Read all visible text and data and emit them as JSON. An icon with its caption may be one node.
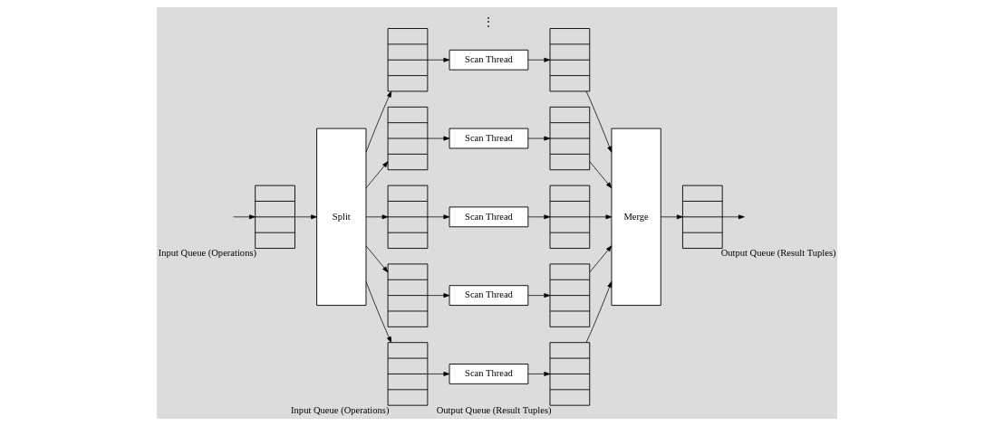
{
  "diagram": {
    "nodes": [
      {
        "text": [],
        "shape": "queue",
        "beside": [
          "Input Queue (Operations)"
        ]
      },
      {
        "text": [
          "Split"
        ]
      },
      {
        "text": [],
        "shape": "queue"
      },
      {
        "text": [],
        "shape": "queue"
      },
      {
        "text": [],
        "shape": "queue"
      },
      {
        "text": [],
        "shape": "queue"
      },
      {
        "text": [],
        "shape": "queue",
        "beside": [
          "Input Queue (Operations)"
        ]
      },
      {
        "text": [
          "Scan Thread"
        ]
      },
      {
        "text": [
          "Scan Thread"
        ]
      },
      {
        "text": [
          "Scan Thread"
        ]
      },
      {
        "text": [
          "Scan Thread"
        ]
      },
      {
        "text": [
          "Scan Thread"
        ]
      },
      {
        "text": [],
        "shape": "queue"
      },
      {
        "text": [],
        "shape": "queue"
      },
      {
        "text": [],
        "shape": "queue"
      },
      {
        "text": [],
        "shape": "queue"
      },
      {
        "text": [],
        "shape": "queue",
        "beside": [
          "Output Queue (Result Tuples)"
        ]
      },
      {
        "text": [
          "Merge"
        ]
      },
      {
        "text": [],
        "shape": "queue",
        "beside": [
          "Output Queue (Result Tuples)"
        ]
      }
    ],
    "edges": [
      {
        "from": null,
        "to": 0,
        "arrow": "to"
      },
      {
        "from": 0,
        "to": 1,
        "arrow": "to"
      },
      {
        "from": 1,
        "to": 2,
        "arrow": "to"
      },
      {
        "from": 1,
        "to": 3,
        "arrow": "to"
      },
      {
        "from": 1,
        "to": 4,
        "arrow": "to"
      },
      {
        "from": 1,
        "to": 5,
        "arrow": "to"
      },
      {
        "from": 1,
        "to": 6,
        "arrow": "to"
      },
      {
        "from": 2,
        "to": 7,
        "arrow": "to"
      },
      {
        "from": 3,
        "to": 8,
        "arrow": "to"
      },
      {
        "from": 4,
        "to": 9,
        "arrow": "to"
      },
      {
        "from": 5,
        "to": 10,
        "arrow": "to"
      },
      {
        "from": 6,
        "to": 11,
        "arrow": "to"
      },
      {
        "from": 7,
        "to": 12,
        "arrow": "to"
      },
      {
        "from": 8,
        "to": 13,
        "arrow": "to"
      },
      {
        "from": 9,
        "to": 14,
        "arrow": "to"
      },
      {
        "from": 10,
        "to": 15,
        "arrow": "to"
      },
      {
        "from": 11,
        "to": 16,
        "arrow": "to"
      },
      {
        "from": 12,
        "to": 17,
        "arrow": "to"
      },
      {
        "from": 13,
        "to": 17,
        "arrow": "to"
      },
      {
        "from": 14,
        "to": 17,
        "arrow": "to"
      },
      {
        "from": 15,
        "to": 17,
        "arrow": "to"
      },
      {
        "from": 16,
        "to": 17,
        "arrow": "to"
      },
      {
        "from": 17,
        "to": 18,
        "arrow": "to"
      },
      {
        "from": 18,
        "to": null,
        "arrow": "to"
      }
    ],
    "labels": [
      "⋮"
    ]
  }
}
